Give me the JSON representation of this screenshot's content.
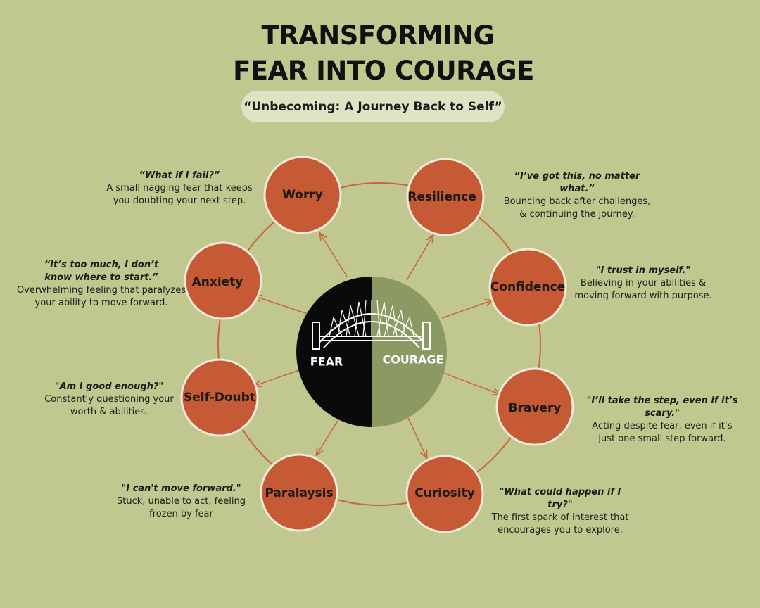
{
  "header": {
    "title_line1": "TRANSFORMING",
    "title_line2": "FEAR INTO COURAGE",
    "subtitle": "“Unbecoming: A Journey Back to Self”"
  },
  "center": {
    "left_label": "FEAR",
    "right_label": "COURAGE",
    "left_color": "#0a0a0a",
    "right_color": "#8a9a62",
    "icon": "bridge-icon"
  },
  "colors": {
    "background": "#c0c88f",
    "node_fill": "#c65a35",
    "node_border": "#f1e9dc",
    "connector": "#c9643e"
  },
  "nodes": {
    "worry": {
      "label": "Worry",
      "quote": "“What if I fail?”",
      "description": "A small nagging fear that keeps you doubting your next step."
    },
    "anxiety": {
      "label": "Anxiety",
      "quote": "“It’s too much, I don’t know where to start.”",
      "description": "Overwhelming feeling that paralyzes your ability to move forward."
    },
    "self_doubt": {
      "label": "Self-Doubt",
      "quote": "\"Am I good enough?\"",
      "description": "Constantly questioning your worth & abilities."
    },
    "paralaysis": {
      "label": "Paralaysis",
      "quote": "\"I can't move forward.\"",
      "description": "Stuck, unable to act, feeling frozen by fear"
    },
    "curiosity": {
      "label": "Curiosity",
      "quote": "\"What could happen if I try?\"",
      "description": "The first spark of interest that encourages you to explore."
    },
    "bravery": {
      "label": "Bravery",
      "quote": "\"I’ll take the step, even if it’s scary.\"",
      "description": "Acting despite fear, even if it’s just one small step forward."
    },
    "confidence": {
      "label": "Confidence",
      "quote": "\"I trust in myself.\"",
      "description": "Believing in your abilities & moving forward with purpose."
    },
    "resilience": {
      "label": "Resilience",
      "quote": "“I’ve got this, no matter what.”",
      "description": "Bouncing back after challenges, & continuing the journey."
    }
  }
}
